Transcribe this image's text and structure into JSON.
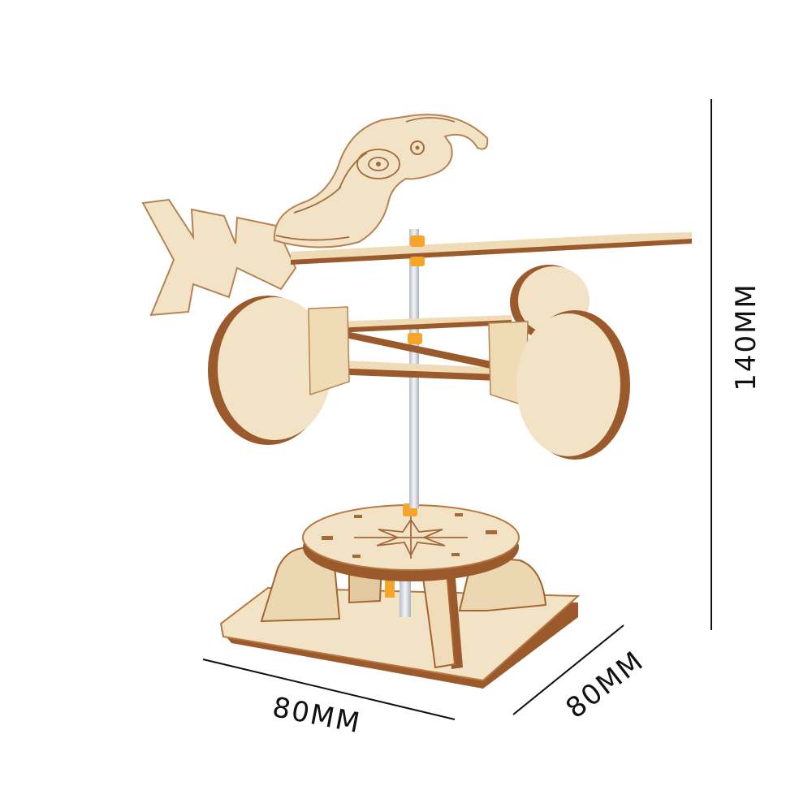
{
  "dimensions": {
    "width_label": "80MM",
    "depth_label": "80MM",
    "height_label": "140MM"
  },
  "colors": {
    "wood": "#f2e2c6",
    "wood_shade": "#e6cfa8",
    "wood_edge": "#9a5a2c",
    "spacer": "#f7a52a",
    "rod": "#d8dde6",
    "line": "#111111"
  }
}
